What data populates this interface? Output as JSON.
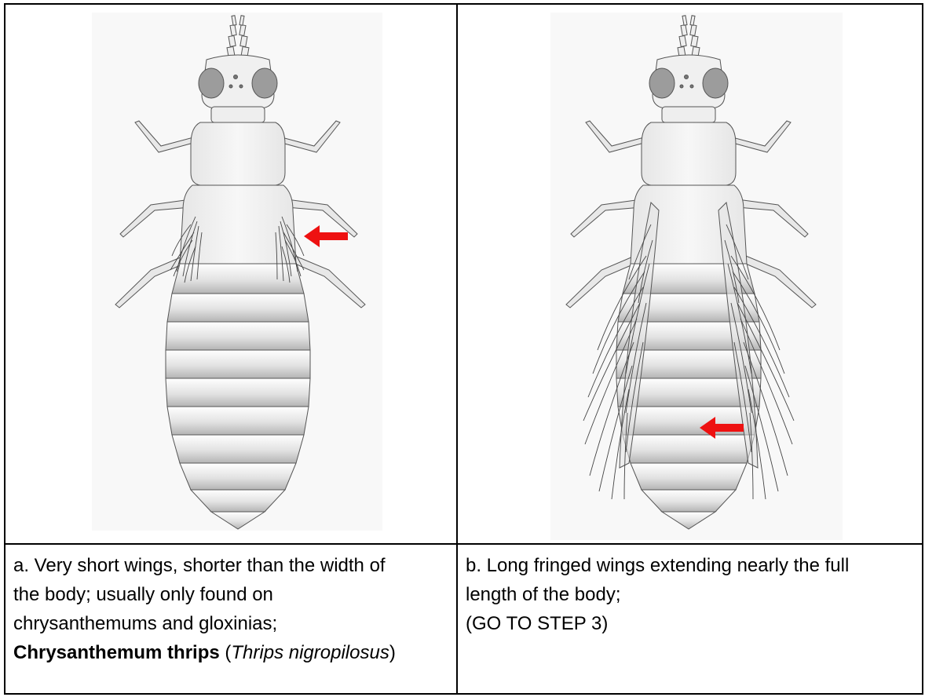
{
  "page": {
    "heading_partial": ""
  },
  "couplet": [
    {
      "id": "a",
      "illustration": {
        "subject": "thrips-short-wings",
        "arrow_color": "#ee1111"
      },
      "description_line1": "a. Very short wings, shorter than the width of",
      "description_line2": "the body; usually only found on",
      "description_line3": "chrysanthemums and gloxinias;",
      "common_name": "Chrysanthemum thrips",
      "scientific_name": "Thrips nigropilosus"
    },
    {
      "id": "b",
      "illustration": {
        "subject": "thrips-long-fringed-wings",
        "arrow_color": "#ee1111"
      },
      "description_line1": "b. Long fringed wings extending nearly the full",
      "description_line2": "length of the body;",
      "next_step": "(GO TO STEP 3)"
    }
  ]
}
